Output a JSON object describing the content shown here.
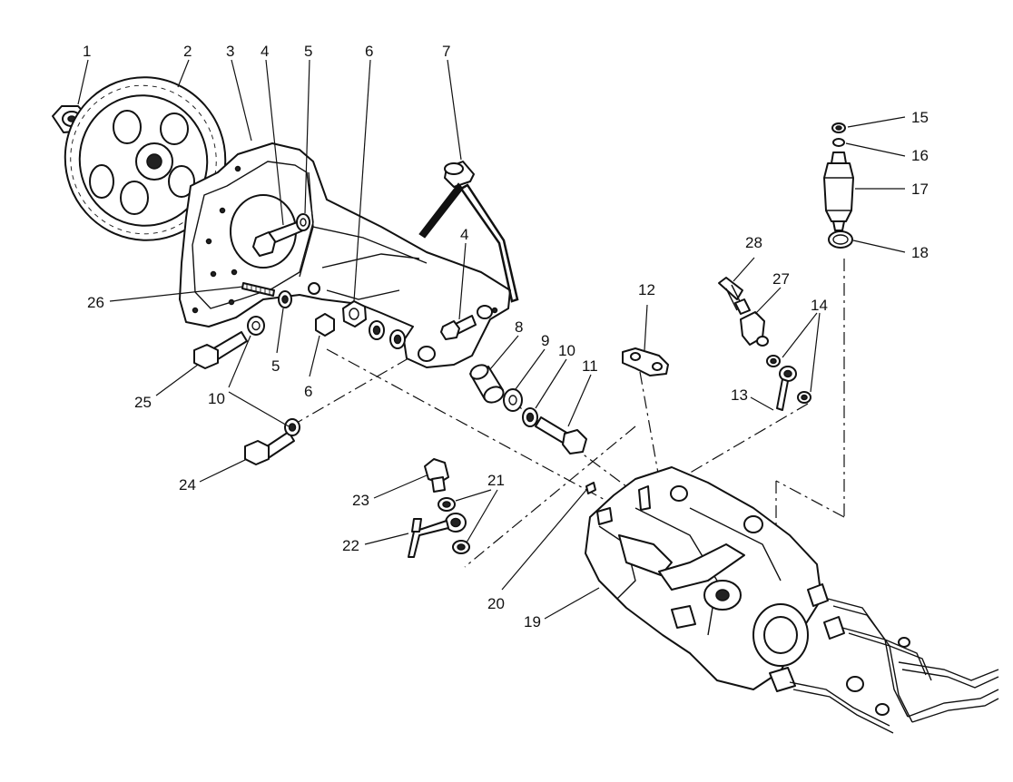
{
  "callouts": [
    "1",
    "2",
    "3",
    "4",
    "5",
    "6",
    "7",
    "4",
    "8",
    "9",
    "10",
    "11",
    "12",
    "28",
    "27",
    "14",
    "13",
    "15",
    "16",
    "17",
    "18",
    "26",
    "5",
    "6",
    "10",
    "25",
    "24",
    "23",
    "21",
    "22",
    "20",
    "19"
  ],
  "colors": {
    "ink": "#111111",
    "paper": "#ffffff"
  }
}
